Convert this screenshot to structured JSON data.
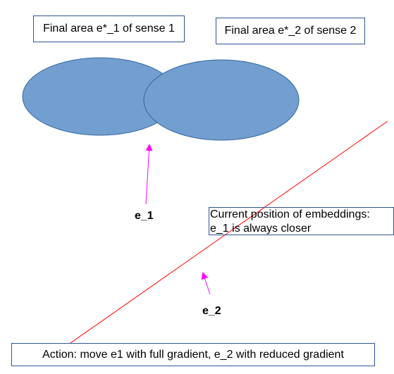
{
  "diagram": {
    "sense1_label": "Final area e*_1 of sense 1",
    "sense2_label": "Final area e*_2 of sense 2",
    "current_position_line1": "Current position of embeddings:",
    "current_position_line2": "e_1 is always closer",
    "e1_label": "e_1",
    "e2_label": "e_2",
    "action_label": "Action: move e1 with full gradient, e_2 with reduced gradient"
  },
  "colors": {
    "ellipse_fill": "#729fcf",
    "ellipse_stroke": "#3465a4",
    "box_border": "#2f5597",
    "arrow": "#ff00ff",
    "line": "#ff0000"
  }
}
